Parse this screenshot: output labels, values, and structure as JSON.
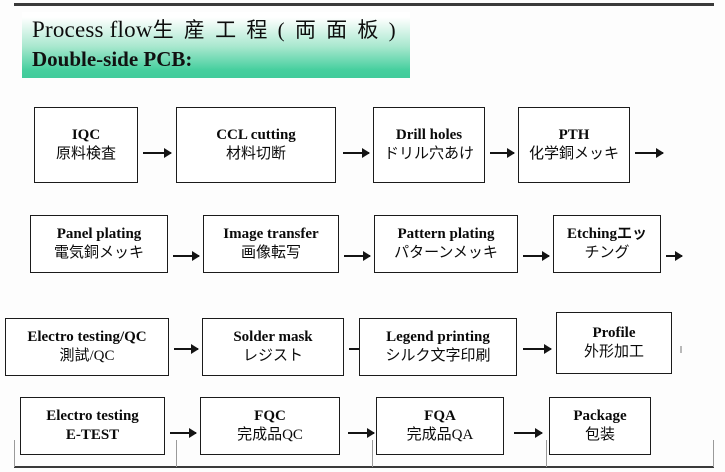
{
  "document": {
    "title_line1_en": "Process   flow",
    "title_line1_jp": "生 産 工 程 ( 両 面 板 )",
    "title_line2": "Double-side PCB:",
    "banner_color": "#41cb9b"
  },
  "flow": {
    "rows": [
      {
        "row_name": "row-1",
        "steps": [
          {
            "en": "IQC",
            "jp": "原料検査"
          },
          {
            "en": "CCL cutting",
            "jp": "材料切断"
          },
          {
            "en": "Drill holes",
            "jp": "ドリル穴あけ"
          },
          {
            "en": "PTH",
            "jp": "化学銅メッキ"
          }
        ]
      },
      {
        "row_name": "row-2",
        "steps": [
          {
            "en": "Panel plating",
            "jp": "電気銅メッキ"
          },
          {
            "en": "Image transfer",
            "jp": "画像転写"
          },
          {
            "en": "Pattern plating",
            "jp": "パターンメッキ"
          },
          {
            "en": "Etchingエッ",
            "jp": "チング"
          }
        ]
      },
      {
        "row_name": "row-3",
        "steps": [
          {
            "en": "Electro testing/QC",
            "jp": "測試/QC"
          },
          {
            "en": "Solder mask",
            "jp": "レジスト"
          },
          {
            "en": "Legend printing",
            "jp": "シルク文字印刷"
          },
          {
            "en": "Profile",
            "jp": "外形加工"
          }
        ]
      },
      {
        "row_name": "row-4",
        "steps": [
          {
            "en": "Electro testing",
            "jp": "E-TEST"
          },
          {
            "en": "FQC",
            "jp": "完成品QC"
          },
          {
            "en": "FQA",
            "jp": "完成品QA"
          },
          {
            "en": "Package",
            "jp": "包装"
          }
        ]
      }
    ]
  }
}
